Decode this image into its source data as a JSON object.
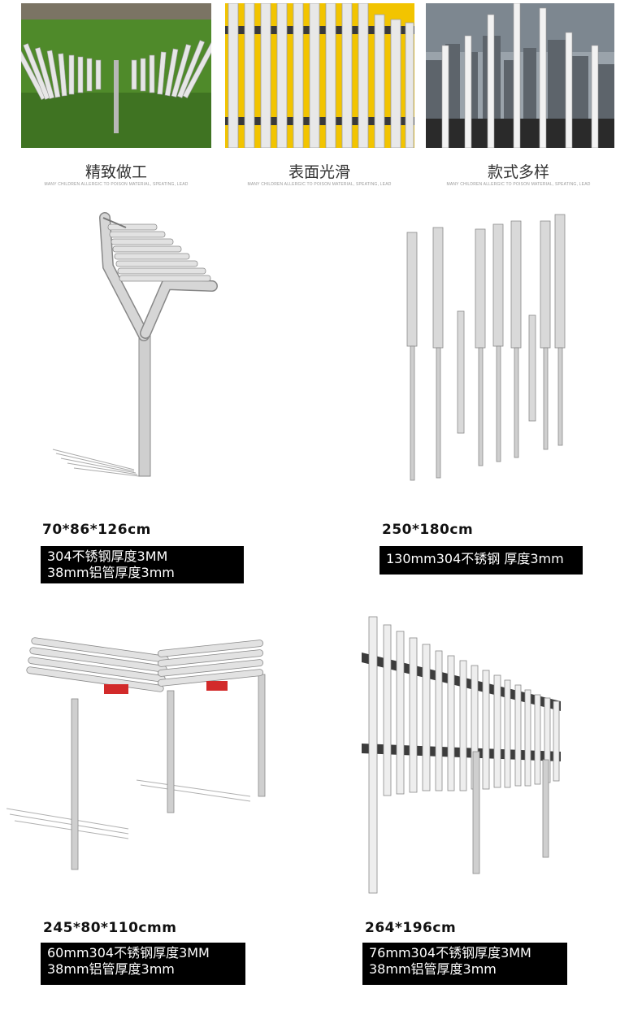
{
  "features": [
    {
      "title": "精致做工",
      "subtitle": "MANY CHILDREN ALLERGIC TO POISON MATERIAL, SPEATING, LEAD",
      "photo_icon": "garden-xylophone-photo"
    },
    {
      "title": "表面光滑",
      "subtitle": "MANY CHILDREN ALLERGIC TO POISON MATERIAL, SPEATING, LEAD",
      "photo_icon": "yellow-chime-photo"
    },
    {
      "title": "款式多样",
      "subtitle": "MANY CHILDREN ALLERGIC TO POISON MATERIAL, SPEATING, LEAD",
      "photo_icon": "city-chime-photo"
    }
  ],
  "products": [
    {
      "dims": "70*86*126cm",
      "spec": [
        "304不锈钢厚度3MM",
        "38mm铝管厚度3mm"
      ],
      "icon": "y-frame-xylophone"
    },
    {
      "dims": "250*180cm",
      "spec": [
        "130mm304不锈钢 厚度3mm"
      ],
      "icon": "standing-tube-chimes"
    },
    {
      "dims": "245*80*110cmm",
      "spec": [
        "60mm304不锈钢厚度3MM",
        "38mm铝管厚度3mm"
      ],
      "icon": "double-curved-xylophone"
    },
    {
      "dims": "264*196cm",
      "spec": [
        "76mm304不锈钢厚度3MM",
        "38mm铝管厚度3mm"
      ],
      "icon": "fence-chime-panel"
    }
  ],
  "colors": {
    "spec_bg": "#000000",
    "spec_text": "#ffffff",
    "accent_yellow": "#f2c400",
    "grass": "#4f8a2a",
    "steel": "#d8d8d8"
  }
}
